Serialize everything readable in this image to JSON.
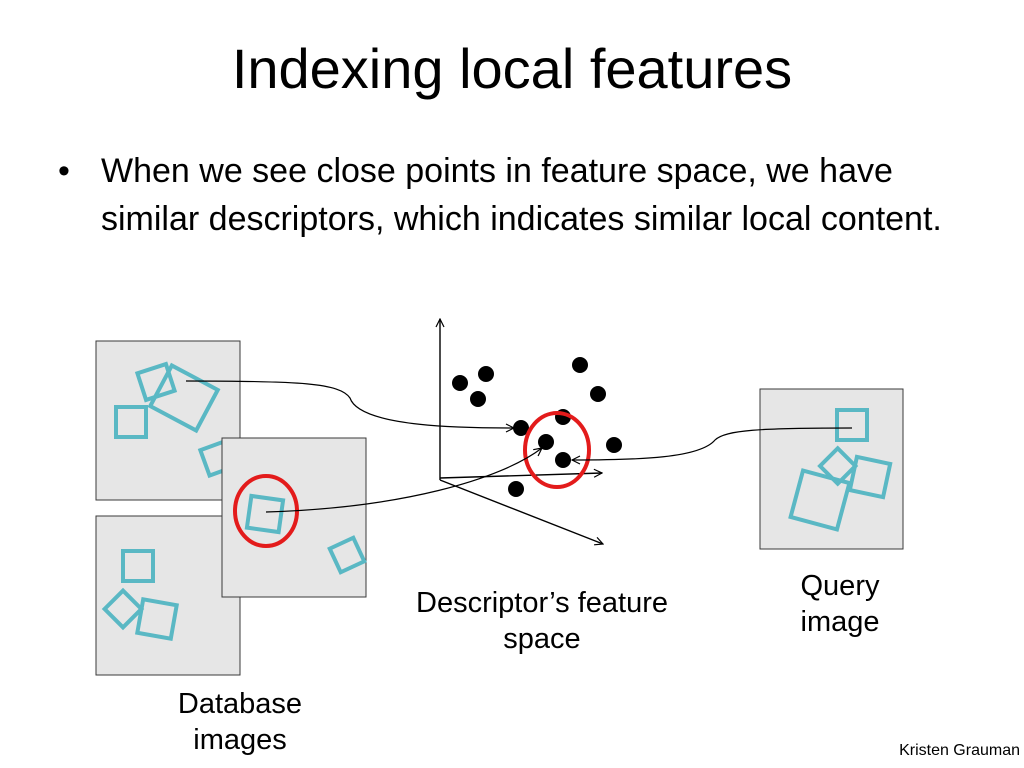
{
  "title": "Indexing local features",
  "bullet": {
    "marker": "•",
    "text": "When we see close points in feature space, we have similar descriptors, which indicates similar local content."
  },
  "captions": {
    "database": "Database images",
    "feature_space": "Descriptor’s feature space",
    "query": "Query image"
  },
  "credit": "Kristen Grauman",
  "colors": {
    "image_fill": "#e6e6e6",
    "patch": "#5ab8c4",
    "highlight": "#e31b1b",
    "point": "#000000"
  }
}
